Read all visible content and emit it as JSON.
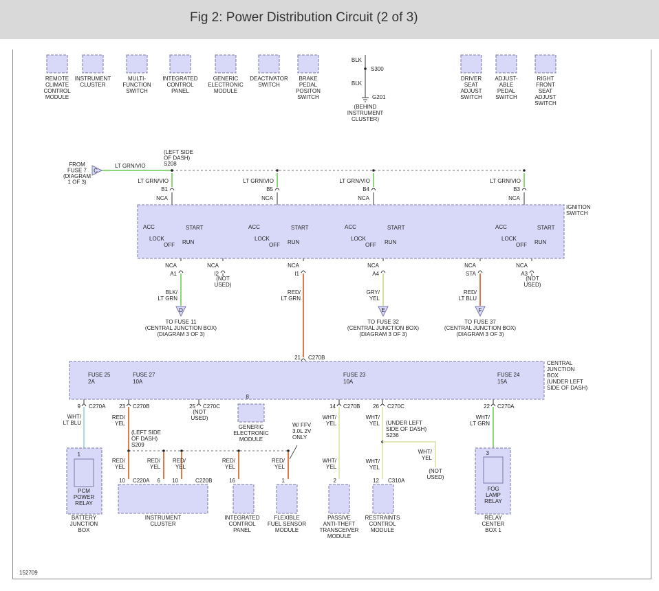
{
  "header": {
    "title": "Fig 2: Power Distribution Circuit (2 of 3)"
  },
  "top_components": [
    [
      "REMOTE",
      "CLIMATE",
      "CONTROL",
      "MODULE"
    ],
    [
      "INSTRUMENT",
      "CLUSTER"
    ],
    [
      "MULTI-",
      "FUNCTION",
      "SWITCH"
    ],
    [
      "INTEGRATED",
      "CONTROL",
      "PANEL"
    ],
    [
      "GENERIC",
      "ELECTRONIC",
      "MODULE"
    ],
    [
      "DEACTIVATOR",
      "SWITCH"
    ],
    [
      "BRAKE",
      "PEDAL",
      "POSITON",
      "SWITCH"
    ],
    [
      "DRIVER",
      "SEAT",
      "ADJUST",
      "SWITCH"
    ],
    [
      "ADJUST-",
      "ABLE",
      "PEDAL",
      "SWITCH"
    ],
    [
      "RIGHT",
      "FRONT",
      "SEAT",
      "ADJUST",
      "SWITCH"
    ]
  ],
  "ground": {
    "wire1": "BLK",
    "splice": "S300",
    "wire2": "BLK",
    "ground": "G201",
    "note": [
      "(BEHIND",
      "INSTRUMENT",
      "CLUSTER)"
    ]
  },
  "feed": {
    "from": [
      "FROM",
      "FUSE 7",
      "(DIAGRAM",
      "1 OF 3)"
    ],
    "connector": "C",
    "wire": "LT GRN/VIO",
    "splice_note": [
      "(LEFT SIDE",
      "OF DASH)",
      "S208"
    ]
  },
  "ignition": {
    "label": [
      "IGNITION",
      "SWITCH"
    ],
    "input_wire": "LT GRN/VIO",
    "input_pins": [
      "B1",
      "B5",
      "B4",
      "B3"
    ],
    "nca": "NCA",
    "positions": {
      "acc": "ACC",
      "lock": "LOCK",
      "off": "OFF",
      "start": "START",
      "run": "RUN"
    },
    "output_pins": [
      "A1",
      "I2",
      "I1",
      "A4",
      "STA",
      "A3"
    ],
    "not_used": [
      "(NOT",
      "USED)"
    ]
  },
  "outputs": [
    {
      "wire": [
        "BLK/",
        "LT GRN"
      ],
      "connector": "D",
      "to": [
        "TO FUSE 11",
        "(CENTRAL JUNCTION BOX)",
        "(DIAGRAM 3 OF 3)"
      ]
    },
    {
      "wire": [
        "RED/",
        "LT GRN"
      ]
    },
    {
      "wire": [
        "GRY/",
        "YEL"
      ],
      "connector": "E",
      "to": [
        "TO FUSE 32",
        "(CENTRAL JUNCTION BOX)",
        "(DIAGRAM 3 OF 3)"
      ]
    },
    {
      "wire": [
        "RED/",
        "LT BLU"
      ],
      "connector": "F",
      "to": [
        "TO FUSE 37",
        "(CENTRAL JUNCTION BOX)",
        "(DIAGRAM 3 OF 3)"
      ]
    }
  ],
  "cjb": {
    "label": [
      "CENTRAL",
      "JUNCTION",
      "BOX",
      "(UNDER LEFT",
      "SIDE OF DASH)"
    ],
    "input_pin": "21",
    "input_conn": "C270B",
    "fuses": [
      {
        "name": "FUSE 25",
        "rating": "2A"
      },
      {
        "name": "FUSE 27",
        "rating": "10A"
      },
      {
        "name": "FUSE 23",
        "rating": "10A"
      },
      {
        "name": "FUSE 24",
        "rating": "15A"
      }
    ],
    "pins": [
      "9",
      "C270A",
      "23",
      "C270B",
      "25",
      "C270C",
      "8",
      "14",
      "C270B",
      "26",
      "C270C",
      "22",
      "C270A"
    ]
  },
  "lower": {
    "gem": [
      "GENERIC",
      "ELECTRONIC",
      "MODULE"
    ],
    "wires": {
      "wht_ltblu": [
        "WHT/",
        "LT BLU"
      ],
      "red_yel": [
        "RED/",
        "YEL"
      ],
      "wht_yel": [
        "WHT/",
        "YEL"
      ],
      "wht_ltgrn": [
        "WHT/",
        "LT GRN"
      ]
    },
    "s209": [
      "(LEFT SIDE",
      "OF DASH)",
      "S209"
    ],
    "s236": [
      "(UNDER LEFT",
      "SIDE OF DASH)",
      "S236"
    ],
    "ffv": [
      "W/ FFV",
      "3.0L 2V",
      "ONLY"
    ],
    "pins": [
      "1",
      "10",
      "C220A",
      "6",
      "10",
      "C220B",
      "16",
      "1",
      "2",
      "12",
      "C310A",
      "3"
    ],
    "modules": [
      [
        "PCM",
        "POWER",
        "RELAY"
      ],
      [
        "BATTERY",
        "JUNCTION",
        "BOX"
      ],
      [
        "INSTRUMENT",
        "CLUSTER"
      ],
      [
        "INTEGRATED",
        "CONTROL",
        "PANEL"
      ],
      [
        "FLEXIBLE",
        "FUEL SENSOR",
        "MODULE"
      ],
      [
        "PASSIVE",
        "ANTI-THEFT",
        "TRANSCEIVER",
        "MODULE"
      ],
      [
        "RESTRAINTS",
        "CONTROL",
        "MODULE"
      ],
      [
        "FOG",
        "LAMP",
        "RELAY"
      ],
      [
        "RELAY",
        "CENTER",
        "BOX 1"
      ]
    ]
  },
  "figure_number": "152709",
  "colors": {
    "lt_grn": "#8cd47e",
    "red": "#e07a4a",
    "gry_yel": "#cfe0a0",
    "wht_yel": "#e4e8b8",
    "lt_blu": "#a8dce8",
    "box_fill": "#d8d8f8",
    "box_stroke": "#7a7aa8"
  }
}
